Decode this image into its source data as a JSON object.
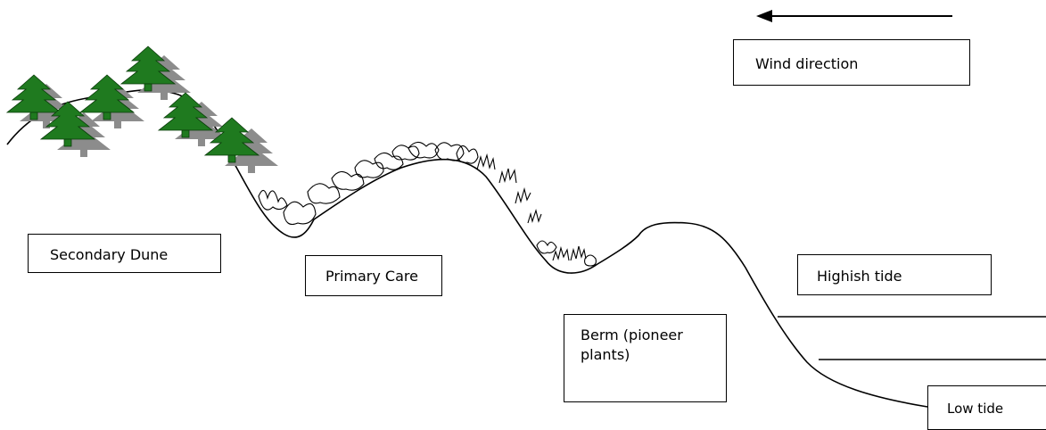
{
  "labels": {
    "wind_direction": "Wind direction",
    "secondary_dune": "Secondary Dune",
    "primary_care": "Primary Care",
    "berm": "Berm (pioneer plants)",
    "highish_tide": "Highish tide",
    "low_tide": "Low tide"
  },
  "icons": {
    "wind_arrow": "left-arrow-icon",
    "tree": "pine-tree-icon",
    "vegetation": "grass-shrub-icon"
  },
  "colors": {
    "tree_green": "#1f7a1f",
    "tree_shadow": "#8c8c8c",
    "line": "#000000"
  }
}
